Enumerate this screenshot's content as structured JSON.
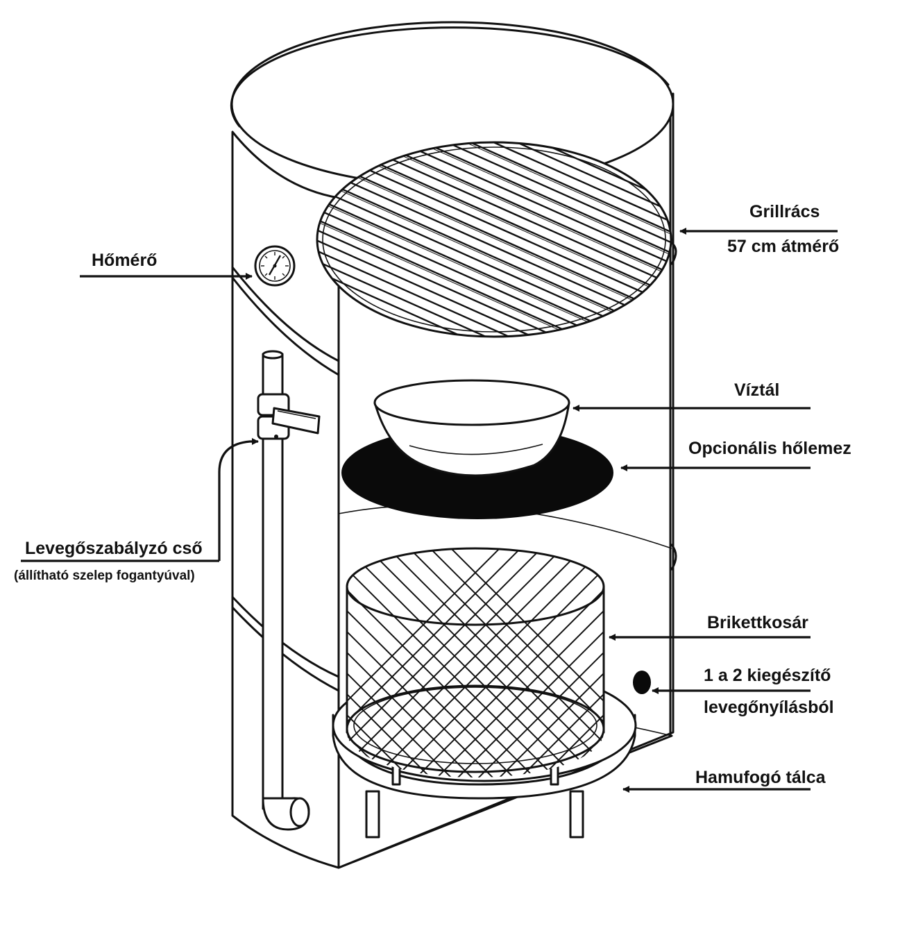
{
  "labels": {
    "grate": "Grillrács",
    "grate_size": "57 cm átmérő",
    "thermometer": "Hőmérő",
    "water_pan": "Víztál",
    "heat_plate": "Opcionális hőlemez",
    "air_pipe": "Levegőszabályzó cső",
    "air_pipe_note": "(állítható szelep fogantyúval)",
    "basket": "Brikettkosár",
    "vent_line1": "1 a 2 kiegészítő",
    "vent_line2": "levegőnyílásból",
    "ash_tray": "Hamufogó tálca"
  },
  "colors": {
    "ink": "#111111",
    "paper": "#ffffff",
    "heat_plate": "#0a0a0a"
  }
}
